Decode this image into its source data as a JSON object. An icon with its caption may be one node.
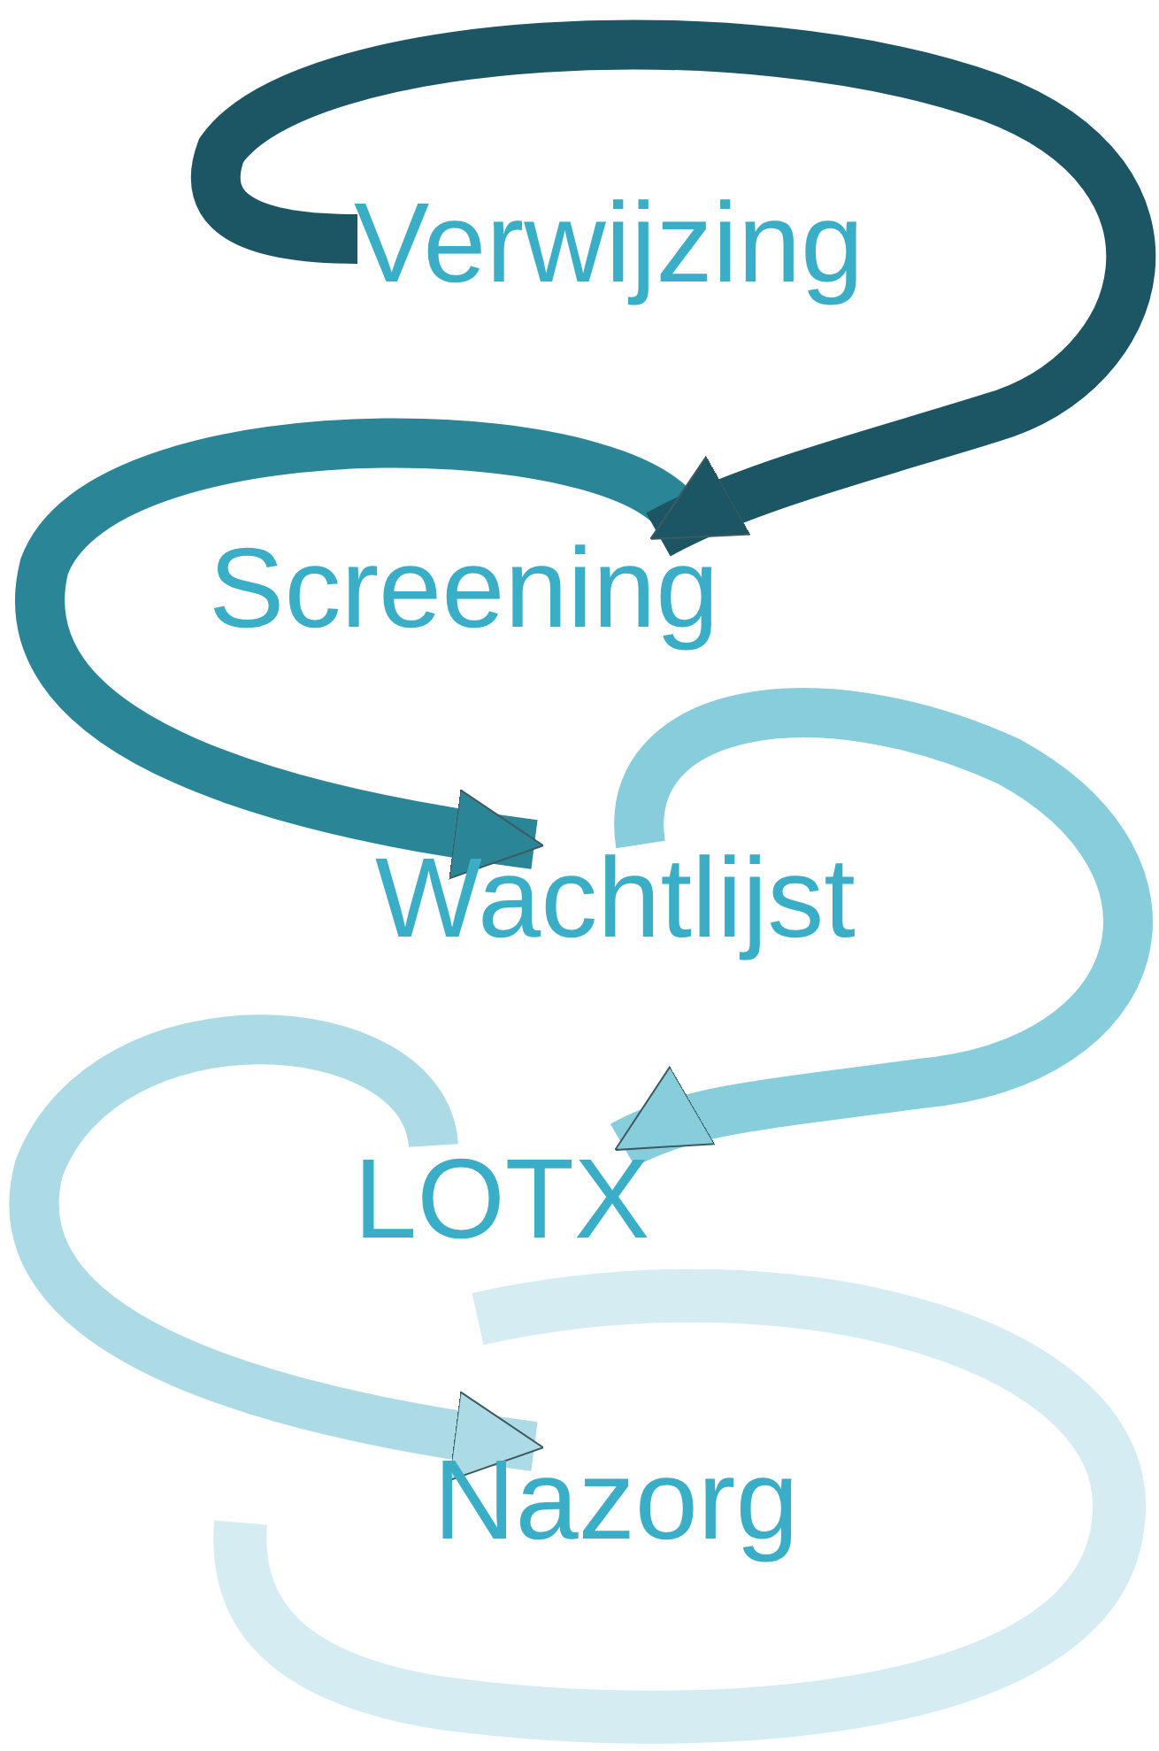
{
  "diagram": {
    "nodes": [
      {
        "text": [
          "Verwijzing"
        ]
      },
      {
        "text": [
          "Screening"
        ]
      },
      {
        "text": [
          "Wachtlijst"
        ]
      },
      {
        "text": [
          "LOTX"
        ]
      },
      {
        "text": [
          "Nazorg"
        ]
      }
    ],
    "edges": [
      {
        "from": 0,
        "to": 1,
        "arrow": "to",
        "color": "#1c5664"
      },
      {
        "from": 1,
        "to": 2,
        "arrow": "to",
        "color": "#2a8597"
      },
      {
        "from": 2,
        "to": 3,
        "arrow": "to",
        "color": "#87cddc"
      },
      {
        "from": 3,
        "to": 4,
        "arrow": "to",
        "color": "#acdbe6"
      }
    ]
  }
}
